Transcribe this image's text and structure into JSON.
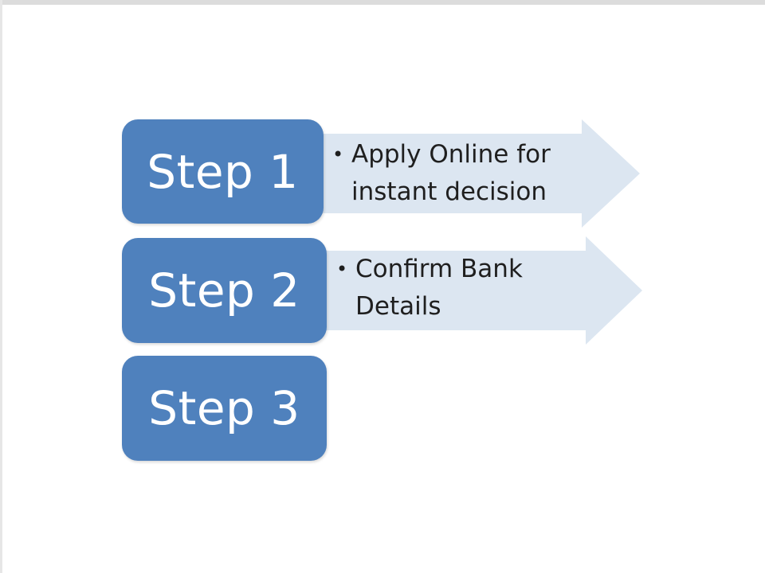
{
  "slide": {
    "colors": {
      "step_box": "#4f81bd",
      "arrow_fill": "#dce6f1",
      "step_text": "#ffffff",
      "detail_text": "#1f1f1f"
    },
    "steps": [
      {
        "label": "Step 1",
        "detail_lines": [
          "Apply Online for",
          "instant decision"
        ]
      },
      {
        "label": "Step 2",
        "detail_lines": [
          "Confirm Bank",
          "Details"
        ]
      },
      {
        "label": "Step 3",
        "detail_lines": []
      }
    ],
    "bullet_glyph": "•"
  }
}
